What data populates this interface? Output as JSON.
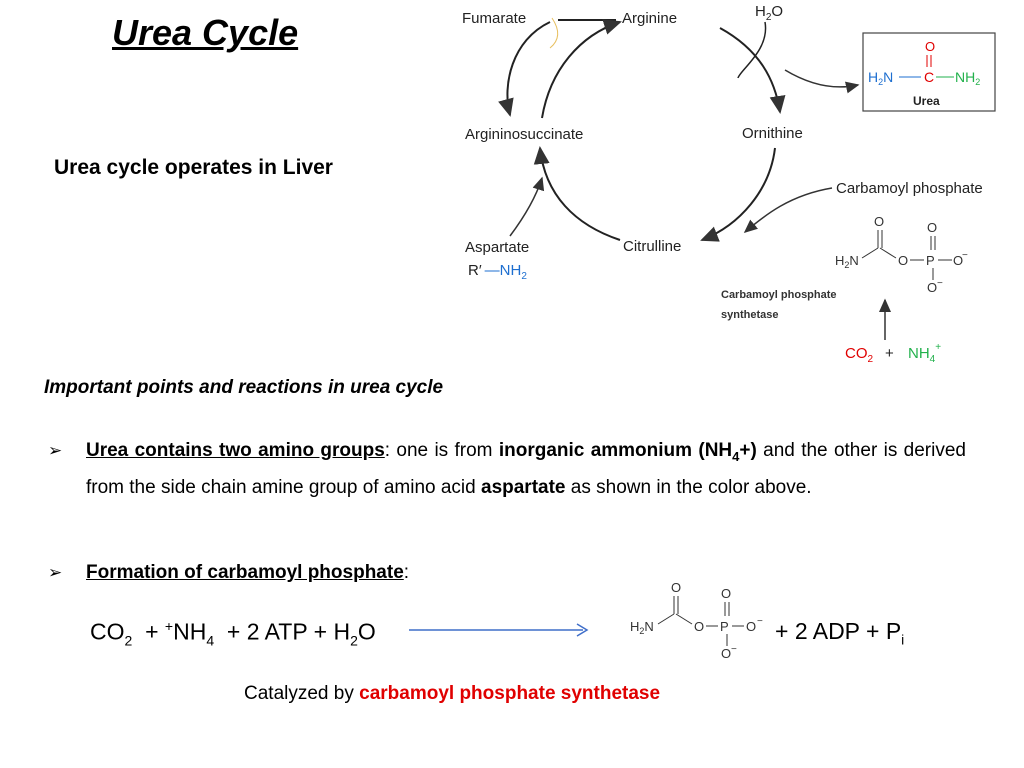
{
  "title": "Urea Cycle",
  "subtitle": "Urea cycle operates in Liver",
  "cycle": {
    "fumarate": "Fumarate",
    "arginine": "Arginine",
    "water": "H",
    "water_sub": "2",
    "water_o": "O",
    "ornithine": "Ornithine",
    "argininosuccinate": "Argininosuccinate",
    "citrulline": "Citrulline",
    "aspartate": "Aspartate",
    "aspartate_r": "R′",
    "aspartate_nh": "NH",
    "aspartate_nh_sub": "2",
    "carbamoyl_phosphate": "Carbamoyl  phosphate",
    "enzyme_line1": "Carbamoyl phosphate",
    "enzyme_line2": "synthetase",
    "co2": "CO",
    "co2_sub": "2",
    "plus": "+",
    "nh4": "NH",
    "nh4_sub": "4",
    "nh4_sup": "+",
    "urea_label": "Urea",
    "urea_h2n": "H",
    "urea_h2n_sub": "2",
    "urea_n": "N",
    "urea_c": "C",
    "urea_o": "O",
    "urea_nh": "NH",
    "urea_nh_sub": "2"
  },
  "molecule": {
    "h2n": "H",
    "h2n_sub": "2",
    "n": "N",
    "o": "O",
    "p": "P",
    "minus": "−"
  },
  "points": {
    "heading": "Important points and reactions in urea cycle",
    "bullet_glyph": "➢",
    "b1_title": "Urea contains two amino groups",
    "b1_a": ":  one is from ",
    "b1_bold": "inorganic ammonium (NH",
    "b1_bold_sub": "4",
    "b1_bold_end": "+)",
    "b1_b": " and the other is derived from the side chain amine group of amino acid ",
    "b1_aspartate": "aspartate",
    "b1_c": " as shown in the color above.",
    "b2_title": "Formation of carbamoyl phosphate",
    "b2_colon": ":"
  },
  "equation": {
    "co": "CO",
    "co_sub": "2",
    "plus1": "  + ",
    "nh4_sup": "+",
    "nh4": "NH",
    "nh4_sub": "4",
    "rest": "  + 2 ATP + H",
    "h2o_sub": "2",
    "h2o_o": "O",
    "right": "+ 2 ADP + P",
    "right_sub": "i"
  },
  "catalyzed": {
    "prefix": "Catalyzed by ",
    "enzyme": "carbamoyl phosphate synthetase"
  },
  "colors": {
    "blue": "#1e6fd0",
    "green": "#22b14c",
    "red": "#e00000",
    "arrow_blue": "#3f6ec9"
  }
}
